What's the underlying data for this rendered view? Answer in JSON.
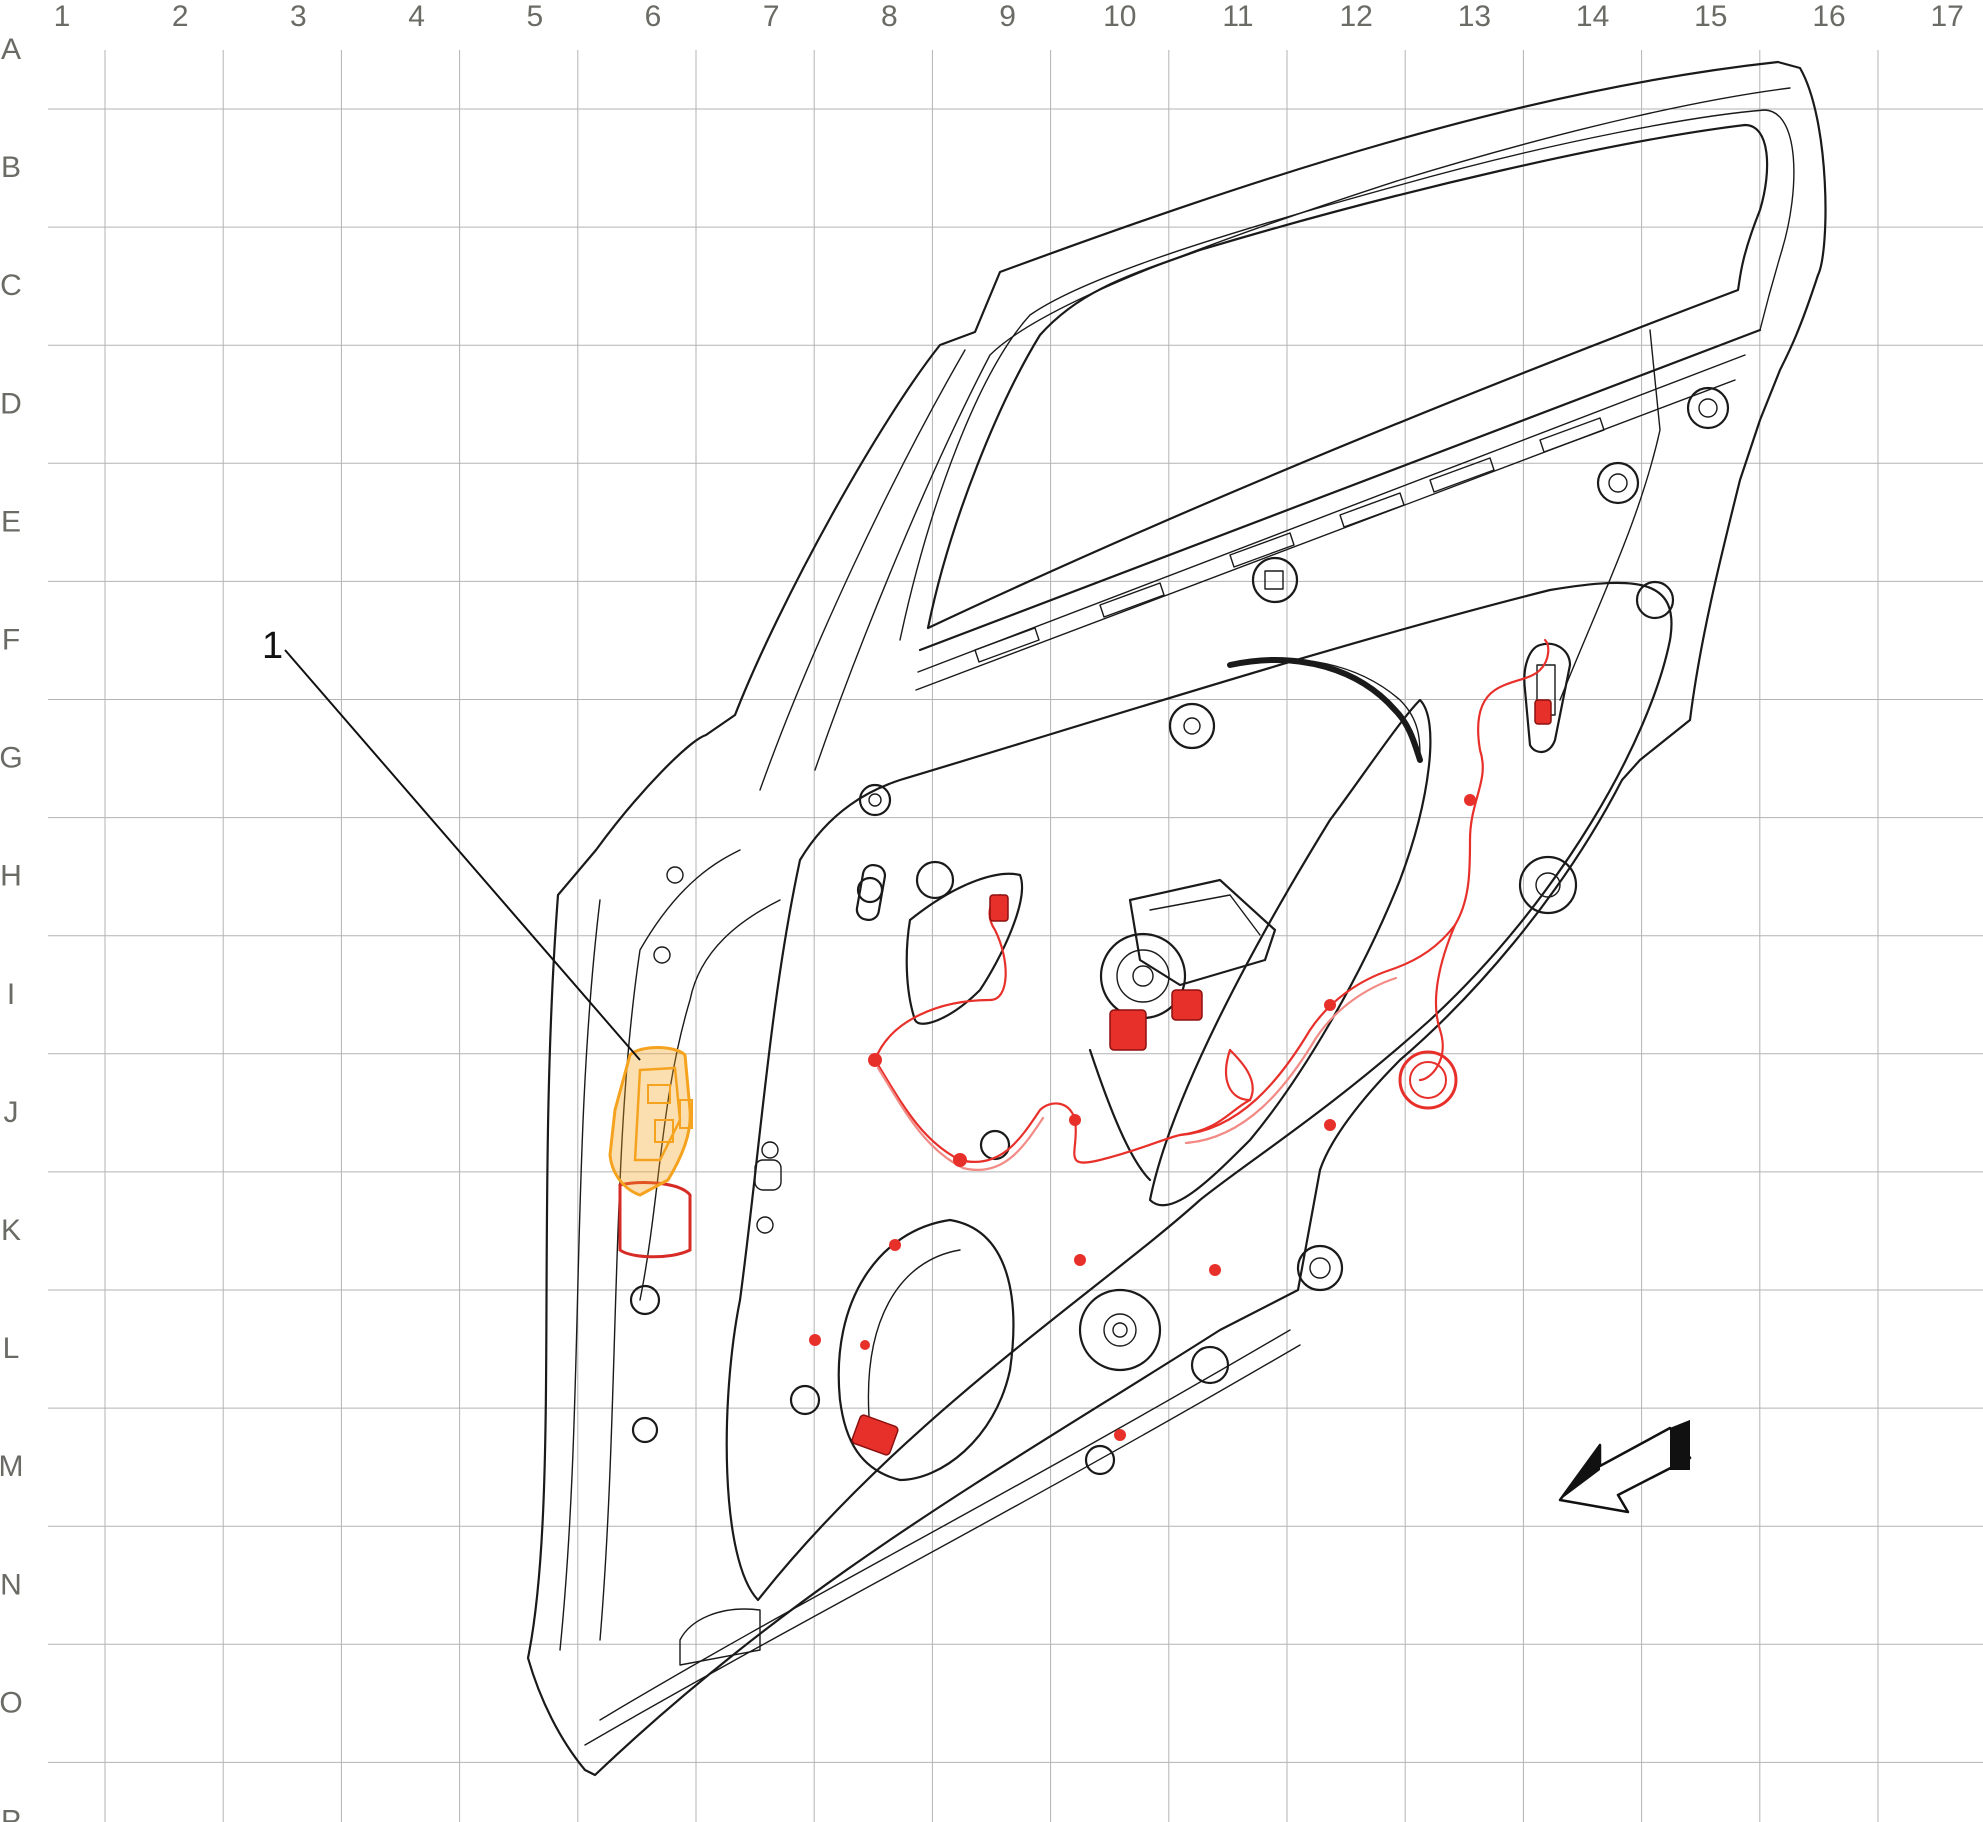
{
  "grid": {
    "columns": [
      "1",
      "2",
      "3",
      "4",
      "5",
      "6",
      "7",
      "8",
      "9",
      "10",
      "11",
      "12",
      "13",
      "14",
      "15",
      "16",
      "17"
    ],
    "rows": [
      "A",
      "B",
      "C",
      "D",
      "E",
      "F",
      "G",
      "H",
      "I",
      "J",
      "K",
      "L",
      "M",
      "N",
      "O",
      "P"
    ]
  },
  "callouts": [
    {
      "label": "1"
    }
  ],
  "colors": {
    "panel": "#cdc9b7",
    "panel_dark": "#bdb8a4",
    "window": "#c9c5b2",
    "line": "#1a1a1a",
    "harness": "#e8302b",
    "component": "#f5a31f",
    "grid": "#b3b3b3",
    "grid_text": "#6b6b66"
  },
  "icons": {
    "direction_arrow": "front-direction-arrow-icon"
  }
}
